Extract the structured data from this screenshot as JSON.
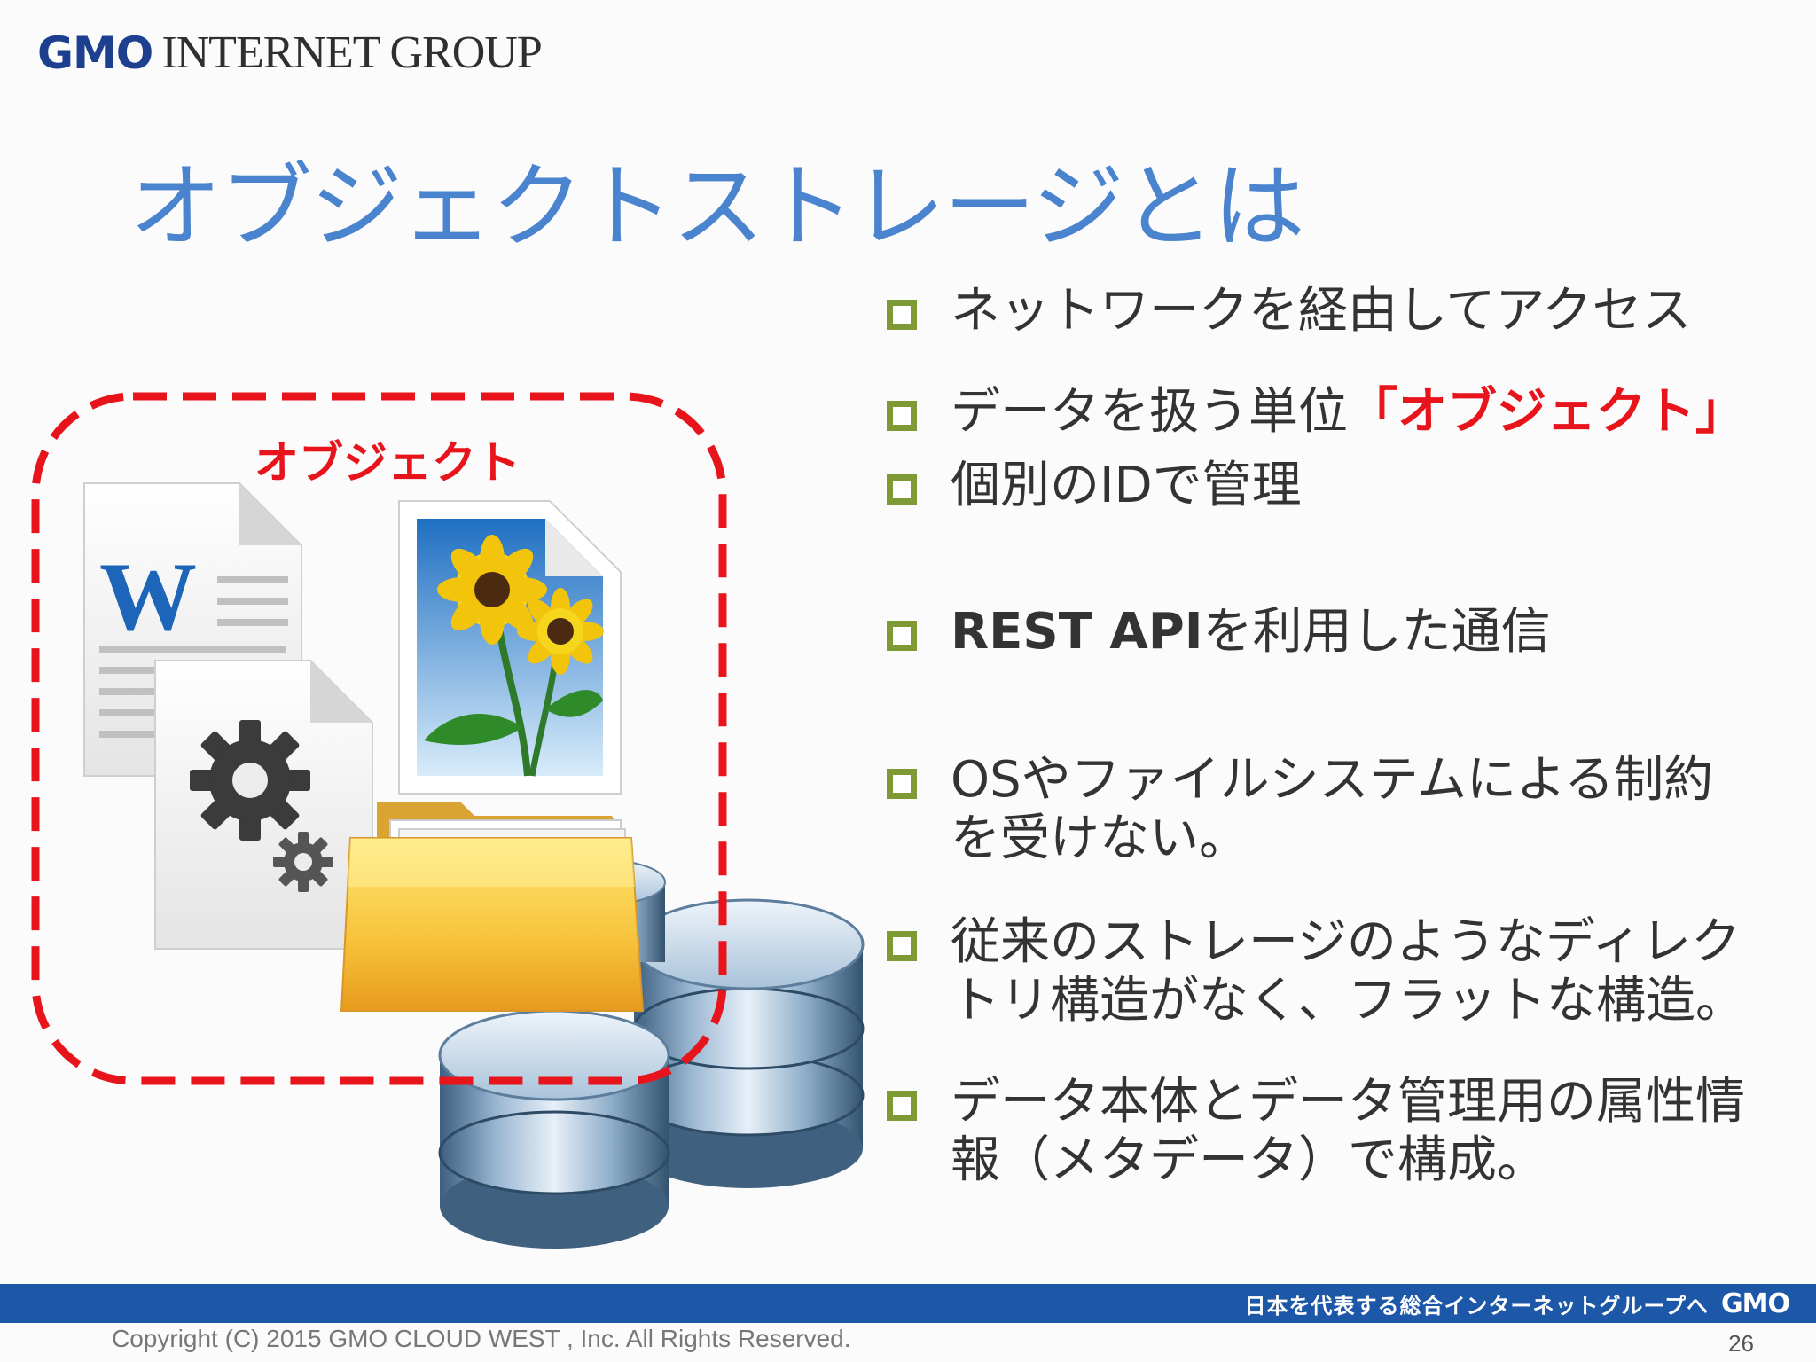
{
  "header": {
    "logo_brand": "GMO",
    "logo_group": "INTERNET GROUP"
  },
  "slide": {
    "title": "オブジェクトストレージとは",
    "object_label": "オブジェクト",
    "bullets": [
      {
        "parts": [
          {
            "text": "ネットワークを経由してアクセス",
            "style": "normal"
          }
        ]
      },
      {
        "parts": [
          {
            "text": "データを扱う単位",
            "style": "normal"
          },
          {
            "text": "「オブジェクト」",
            "style": "red"
          }
        ]
      },
      {
        "parts": [
          {
            "text": "個別のIDで管理",
            "style": "normal"
          }
        ]
      },
      {
        "parts": [
          {
            "text": "REST API",
            "style": "bold"
          },
          {
            "text": "を利用した通信",
            "style": "normal"
          }
        ]
      },
      {
        "parts": [
          {
            "text": "OSやファイルシステムによる制約",
            "style": "normal"
          }
        ],
        "line2": "を受けない。"
      },
      {
        "parts": [
          {
            "text": "従来のストレージのようなディレク",
            "style": "normal"
          }
        ],
        "line2": "トリ構造がなく、フラットな構造。"
      },
      {
        "parts": [
          {
            "text": "データ本体とデータ管理用の属性情",
            "style": "normal"
          }
        ],
        "line2": "報（メタデータ）で構成。"
      }
    ],
    "bullet_color": "#7e9a34",
    "title_color": "#4a84cf",
    "highlight_color": "#e8141c"
  },
  "footer": {
    "tagline": "日本を代表する総合インターネットグループへ",
    "brand": "GMO",
    "copyright": "Copyright (C) 2015 GMO CLOUD WEST , Inc. All Rights Reserved.",
    "page_number": "26"
  },
  "icons": [
    "word-document-icon",
    "image-document-icon",
    "settings-document-icon",
    "folder-icon",
    "database-icon"
  ]
}
